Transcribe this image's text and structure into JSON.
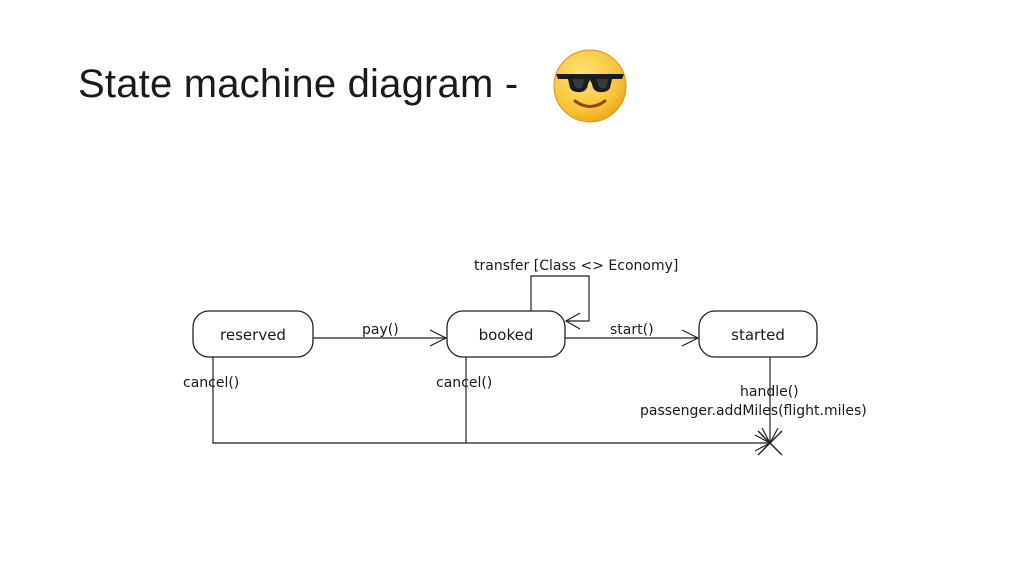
{
  "slide": {
    "title": "State machine diagram -",
    "emoji": "smiling-face-with-sunglasses-icon"
  },
  "diagram": {
    "states": [
      {
        "id": "reserved",
        "label": "reserved"
      },
      {
        "id": "booked",
        "label": "booked"
      },
      {
        "id": "started",
        "label": "started"
      }
    ],
    "transitions": [
      {
        "from": "reserved",
        "to": "booked",
        "label": "pay()"
      },
      {
        "from": "booked",
        "to": "booked",
        "label": "transfer [Class <> Economy]"
      },
      {
        "from": "booked",
        "to": "started",
        "label": "start()"
      },
      {
        "from": "reserved",
        "to": "final",
        "label": "cancel()"
      },
      {
        "from": "booked",
        "to": "final",
        "label": "cancel()"
      },
      {
        "from": "started",
        "to": "final",
        "label": "handle()",
        "action": "passenger.addMiles(flight.miles)"
      }
    ]
  }
}
